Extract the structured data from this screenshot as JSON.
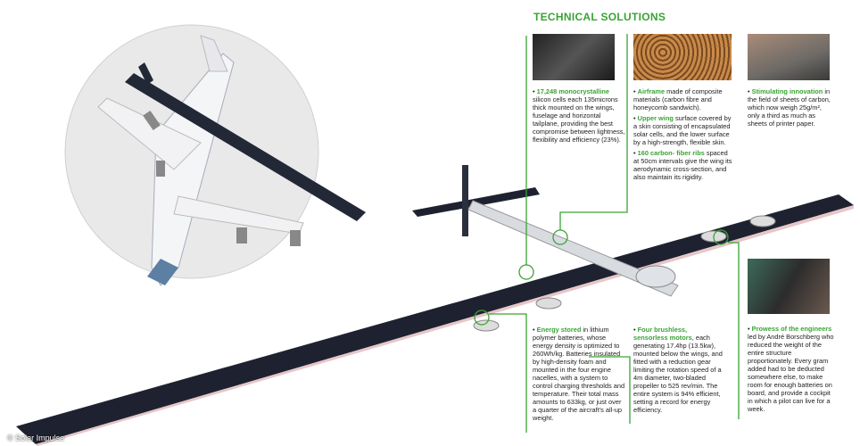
{
  "title": "TECHNICAL SOLUTIONS",
  "credit": "© Solar Impulse",
  "colors": {
    "accent": "#3aa335",
    "wing": "#1e2230"
  },
  "callouts": [
    {
      "highlight": "17,248 monocrystalline",
      "text": " silicon cells each 135microns thick mounted on the wings, fuselage and horizontal tailplane, providing the best compromise between lightness, flexibility and efficiency (23%)."
    },
    {
      "highlight": "Airframe",
      "text": " made of composite materials (carbon fibre and honeycomb sandwich)."
    },
    {
      "highlight": "Upper wing",
      "text": " surface covered by a skin consisting of encapsulated solar cells, and the lower surface by a high-strength, flexible skin."
    },
    {
      "highlight": "160 carbon- fiber ribs",
      "text": " spaced at 50cm intervals give the wing its aerodynamic cross-section, and also maintain its rigidity."
    },
    {
      "highlight": "Stimulating innovation",
      "text": " in the field of sheets of carbon, which now weigh 25g/m², only a third as much as sheets of printer paper."
    },
    {
      "highlight": "Energy stored",
      "text": " in lithium polymer batteries, whose energy density is optimized to 260Wh/kg. Batteries insulated by high-density foam and mounted in the four engine nacelles, with a system to control charging thresholds and temperature. Their total mass amounts to 633kg, or just over a quarter of the aircraft's all-up weight."
    },
    {
      "highlight": "Four brushless, sensorless motors",
      "text": ", each generating 17.4hp (13.5kw), mounted below the wings, and fitted with a reduction gear limiting the rotation speed of a 4m diameter, two-bladed propeller to 525 rev/min. The entire system is 94% efficient, setting a record for energy efficiency."
    },
    {
      "highlight": "Prowess of the engineers",
      "text": " led by André Borschberg who reduced the weight of the entire structure proportionately. Every gram added had to be deducted somewhere else, to make room for enough batteries on board, and provide a cockpit in which a pilot can live for a week."
    }
  ]
}
